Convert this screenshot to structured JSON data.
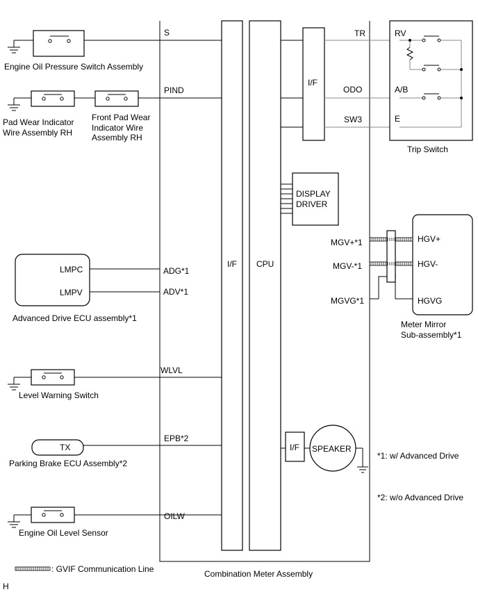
{
  "diagram": {
    "main_box_label": "Combination Meter Assembly",
    "if_label": "I/F",
    "cpu_label": "CPU",
    "display_driver": [
      "DISPLAY",
      "DRIVER"
    ],
    "speaker_label": "SPEAKER",
    "meter_terminals": {
      "s": "S",
      "pind": "PIND",
      "adg": "ADG*1",
      "adv": "ADV*1",
      "wlvl": "WLVL",
      "epb": "EPB*2",
      "oilw": "OILW",
      "tr": "TR",
      "odo": "ODO",
      "sw3": "SW3",
      "mgv_plus": "MGV+*1",
      "mgv_minus": "MGV-*1",
      "mgvg": "MGVG*1"
    },
    "components": {
      "engine_oil_pressure_switch": "Engine Oil Pressure Switch Assembly",
      "pad_wear_rh": [
        "Pad Wear Indicator",
        "Wire Assembly RH"
      ],
      "front_pad_wear_rh": [
        "Front Pad Wear",
        "Indicator Wire",
        "Assembly RH"
      ],
      "advanced_drive_ecu": "Advanced Drive ECU assembly*1",
      "lmpc": "LMPC",
      "lmpv": "LMPV",
      "level_warning_switch": "Level Warning Switch",
      "parking_brake_ecu": "Parking Brake ECU Assembly*2",
      "tx": "TX",
      "engine_oil_level_sensor": "Engine Oil Level Sensor",
      "trip_switch": "Trip Switch",
      "rv": "RV",
      "ab": "A/B",
      "e": "E",
      "meter_mirror": [
        "Meter Mirror",
        "Sub-assembly*1"
      ],
      "hgv_plus": "HGV+",
      "hgv_minus": "HGV-",
      "hgvg": "HGVG"
    },
    "notes": {
      "note1": "*1: w/ Advanced Drive",
      "note2": "*2: w/o Advanced Drive",
      "legend": ": GVIF Communication Line",
      "corner": "H"
    }
  }
}
